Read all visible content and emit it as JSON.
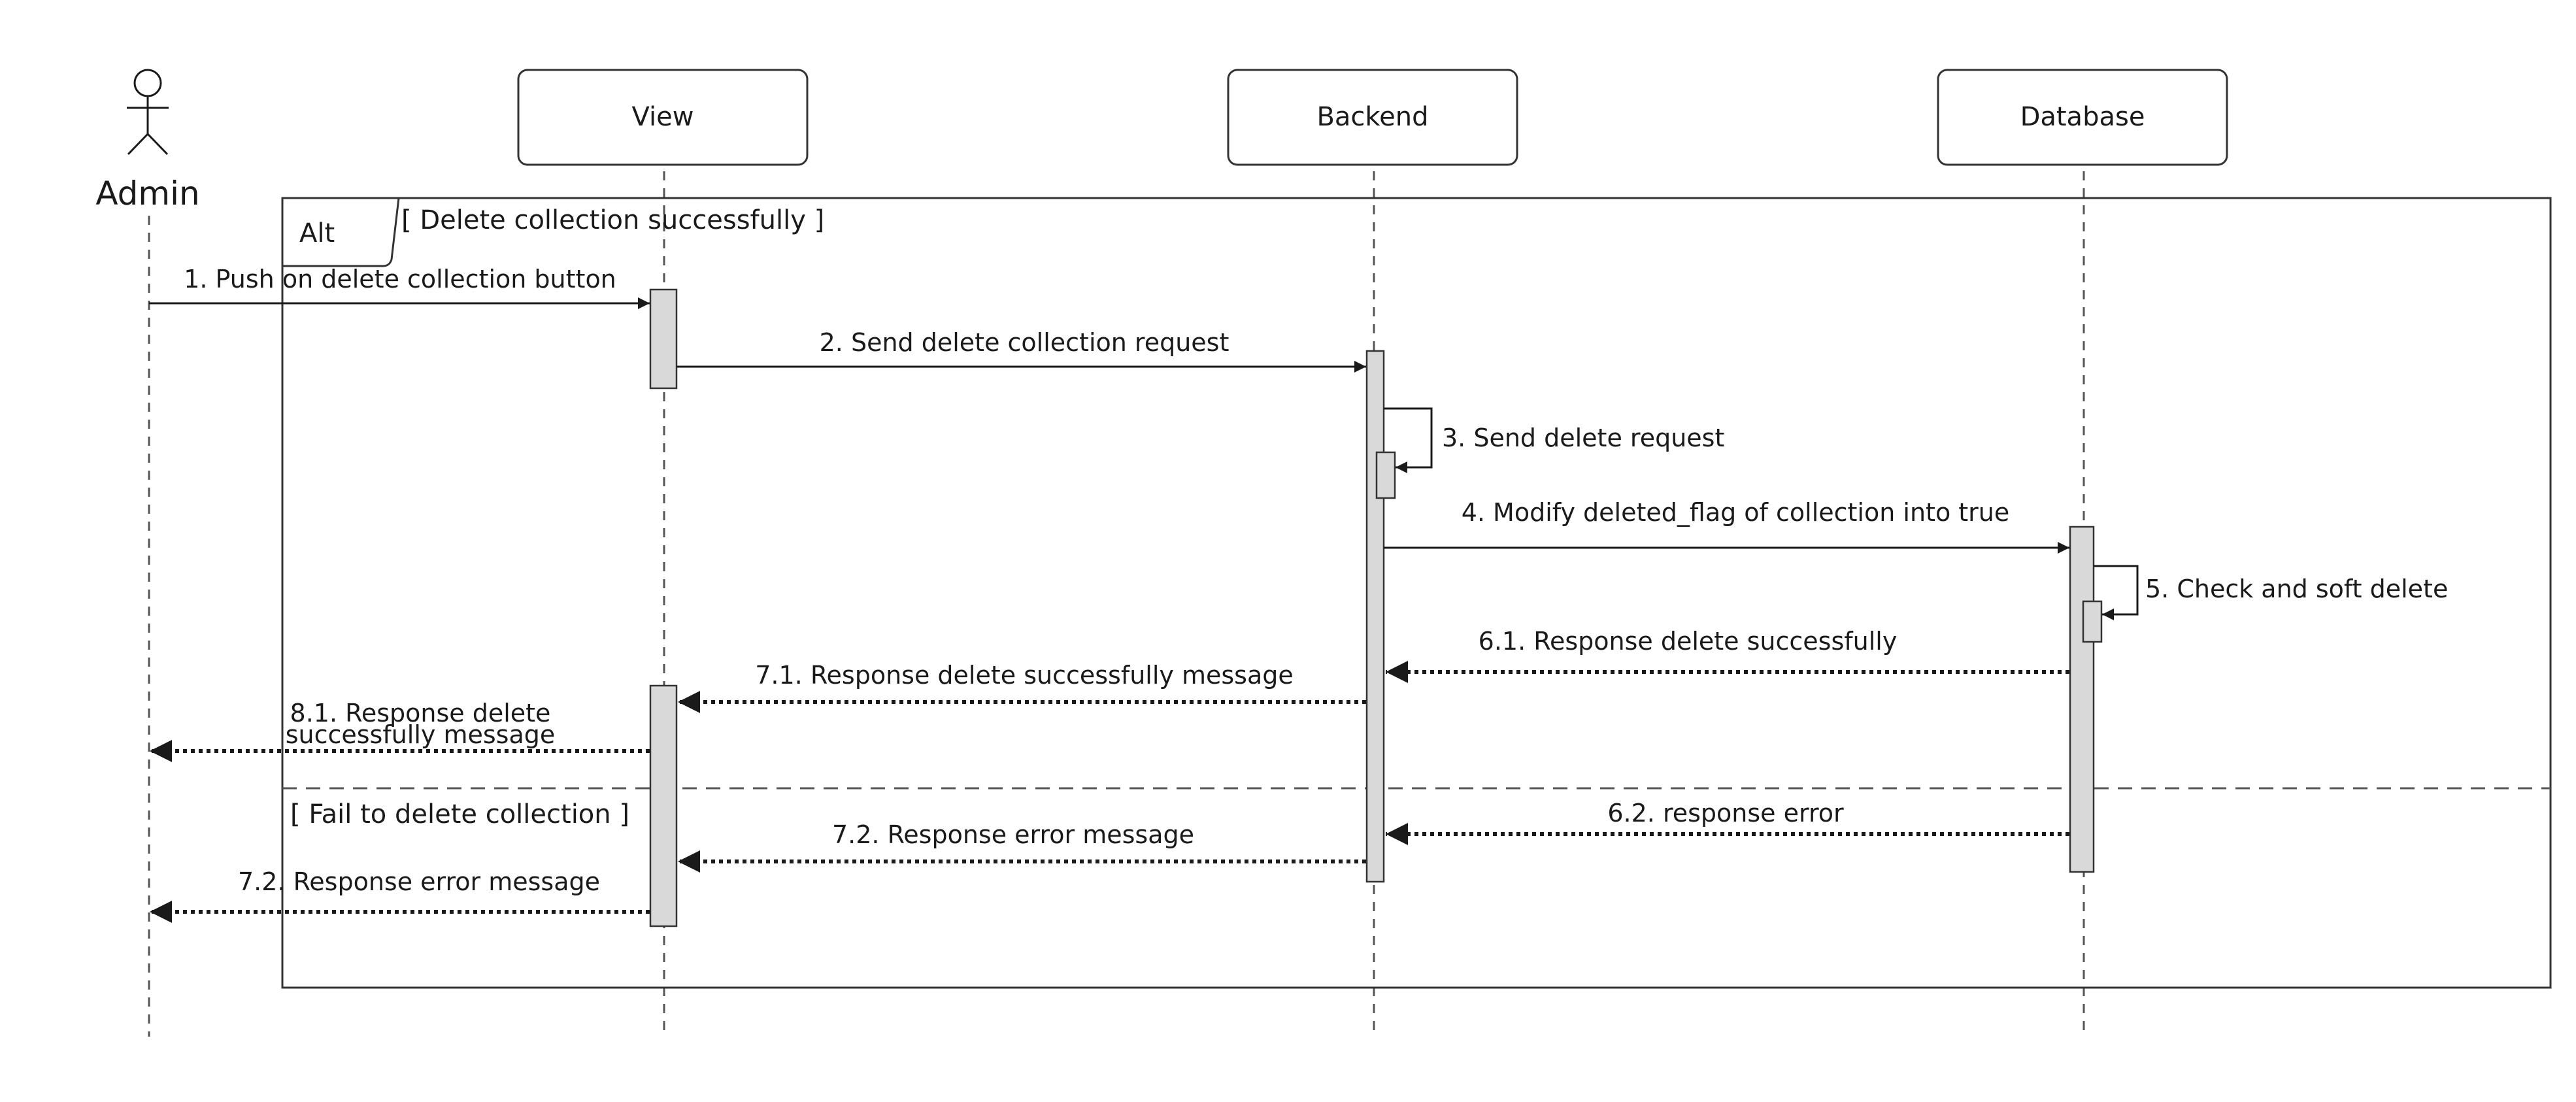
{
  "actor": {
    "name": "Admin"
  },
  "participants": {
    "view": "View",
    "backend": "Backend",
    "database": "Database"
  },
  "fragment": {
    "operator": "Alt",
    "guard_success": "[ Delete collection successfully ]",
    "guard_fail": "[ Fail to delete collection ]"
  },
  "messages": {
    "m1": "1. Push on delete collection button",
    "m2": "2. Send delete collection request",
    "m3": "3.  Send delete request",
    "m4": "4. Modify deleted_flag of collection into true",
    "m5": "5. Check and soft delete",
    "m61": "6.1. Response delete successfully",
    "m71": "7.1. Response delete successfully message",
    "m81_line1": "8.1. Response delete",
    "m81_line2": "successfully message",
    "m62": "6.2. response error",
    "m72a": "7.2. Response error message",
    "m72b": "7.2. Response error message"
  }
}
